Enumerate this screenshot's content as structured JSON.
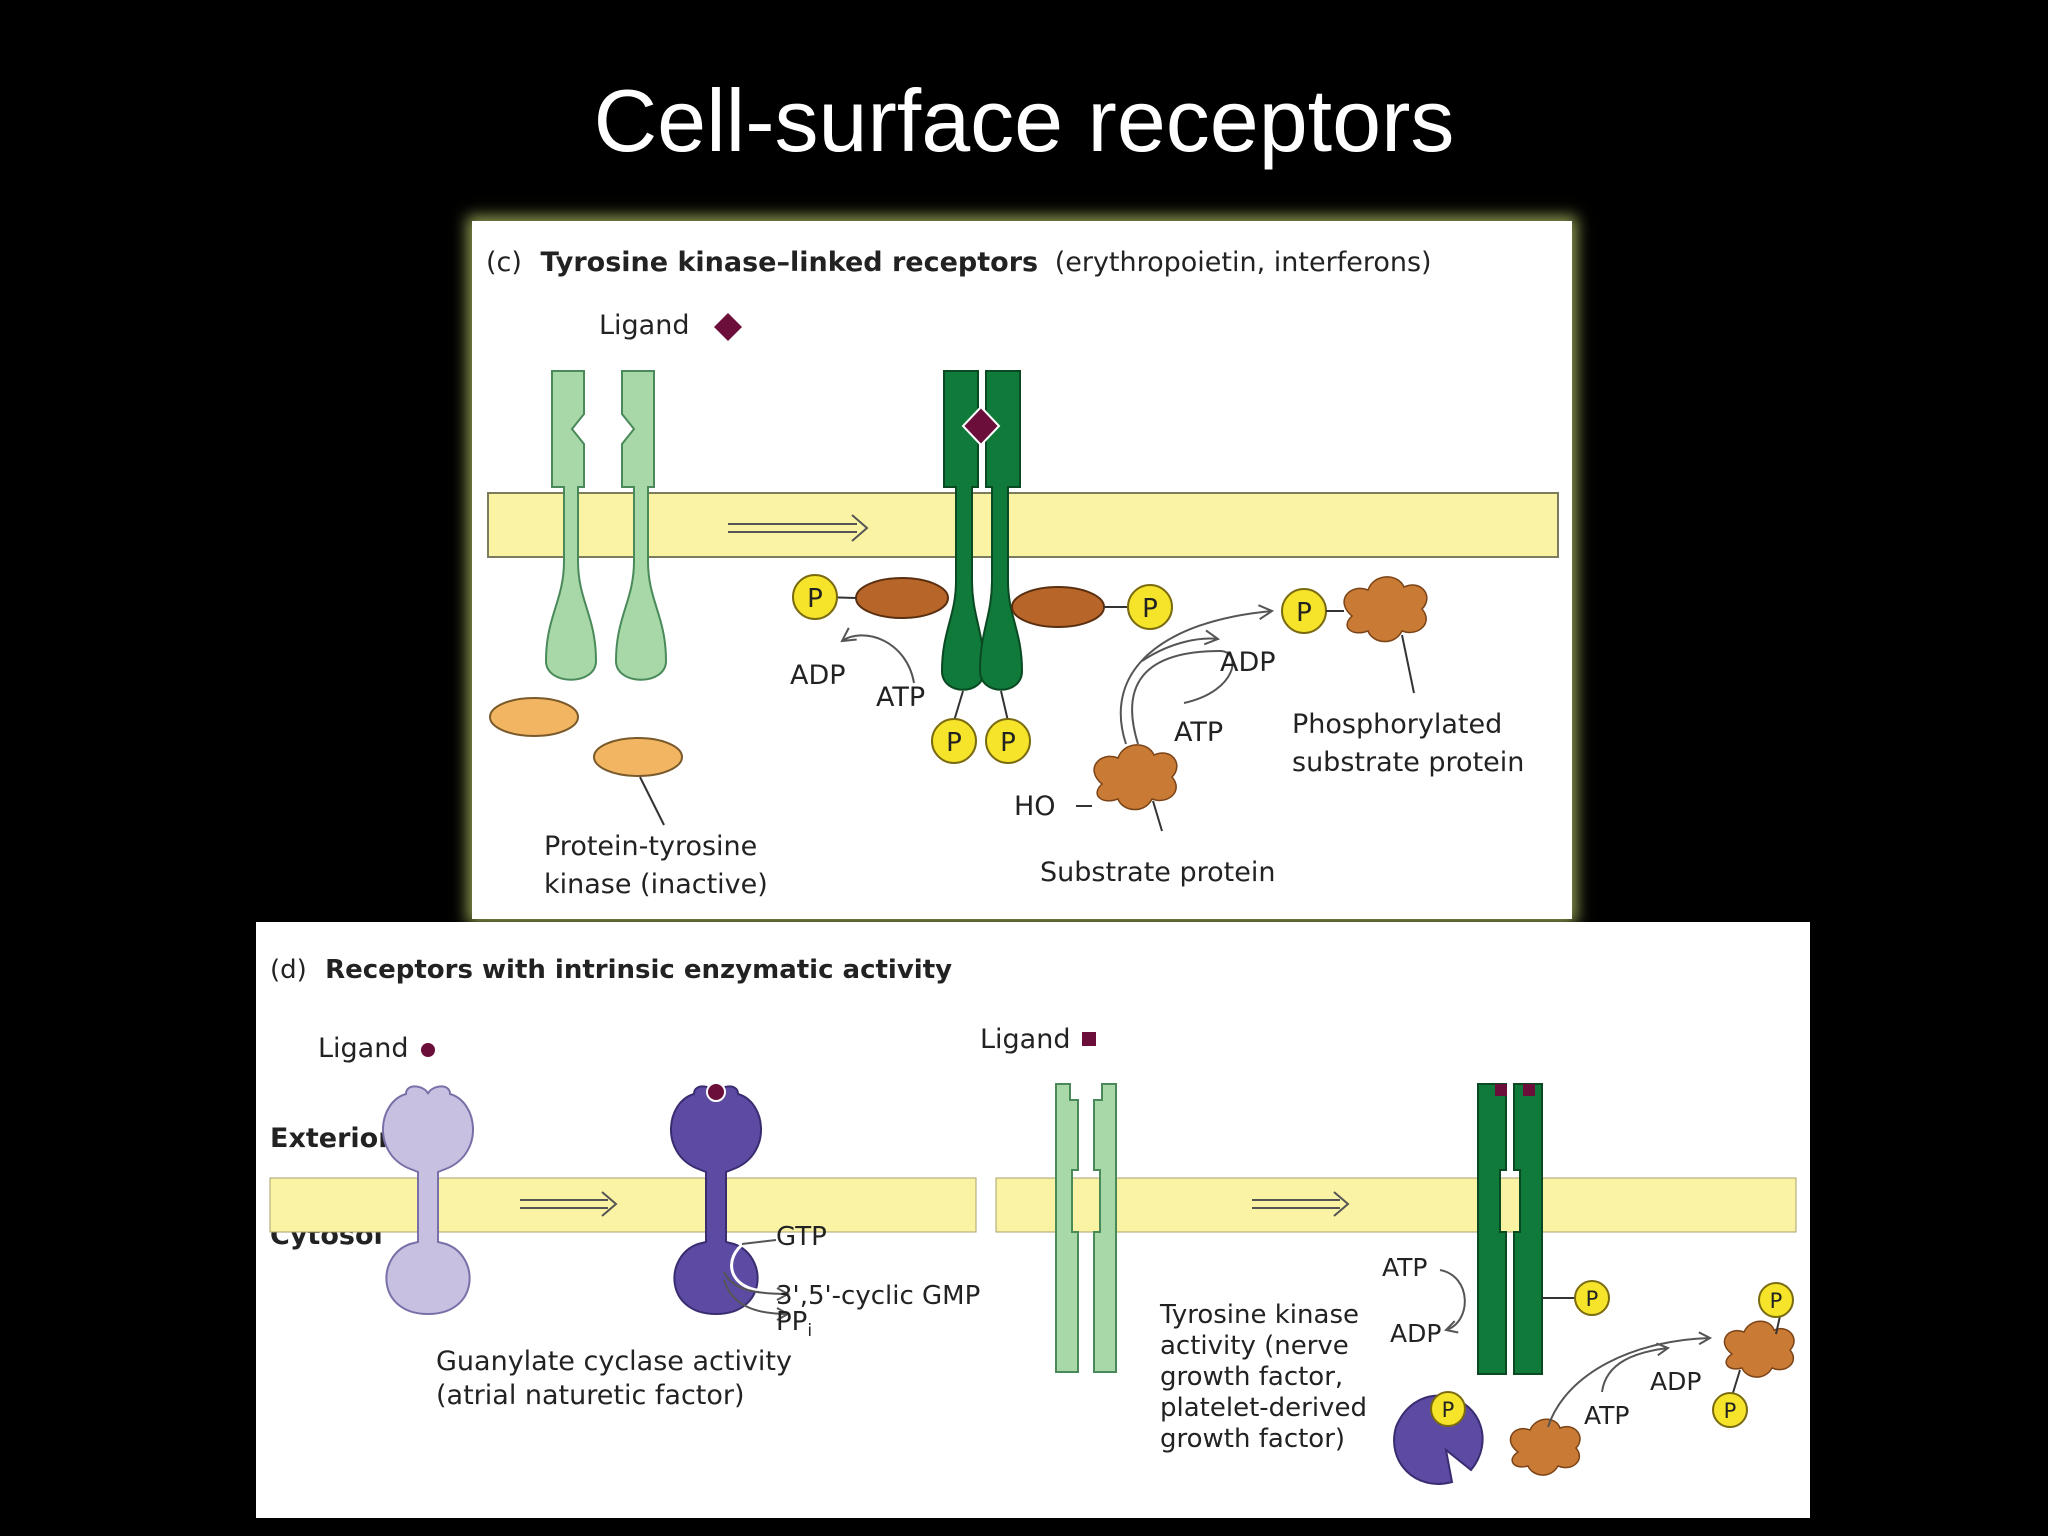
{
  "slide": {
    "title": "Cell-surface receptors"
  },
  "panel_c": {
    "tag": "(c)",
    "heading": "Tyrosine kinase–linked receptors",
    "examples": "(erythropoietin, interferons)",
    "ligand": "Ligand",
    "p": "P",
    "adp": "ADP",
    "atp": "ATP",
    "ho": "HO",
    "kinase_line1": "Protein-tyrosine",
    "kinase_line2": "kinase (inactive)",
    "substrate": "Substrate protein",
    "phos_line1": "Phosphorylated",
    "phos_line2": "substrate protein"
  },
  "panel_d": {
    "tag": "(d)",
    "heading": "Receptors with intrinsic enzymatic activity",
    "ligand": "Ligand",
    "exterior": "Exterior",
    "cytosol": "Cytosol",
    "gtp": "GTP",
    "cgmp": "3',5'-cyclic GMP",
    "ppi": "PP",
    "ppi_sub": "i",
    "gc_line1": "Guanylate cyclase activity",
    "gc_line2": "(atrial naturetic factor)",
    "atp": "ATP",
    "adp": "ADP",
    "p": "P",
    "tk_line1": "Tyrosine kinase",
    "tk_line2": "activity (nerve",
    "tk_line3": "growth factor,",
    "tk_line4": "platelet-derived",
    "tk_line5": "growth factor)"
  },
  "colors": {
    "membrane": "#fbf3a4",
    "inactive_receptor": "#a8d8a8",
    "active_receptor": "#0f7a3a",
    "ligand": "#6b0f3a",
    "phosphate": "#f5e42a",
    "kinase_inactive": "#f2b663",
    "kinase_active": "#b8652a",
    "substrate": "#c97a35",
    "guanylate_inactive": "#c7c0e0",
    "guanylate_active": "#5d4aa2"
  }
}
